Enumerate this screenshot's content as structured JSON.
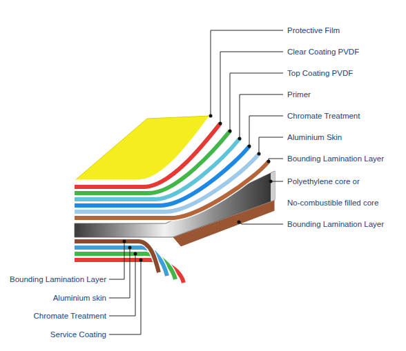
{
  "diagram": {
    "labels": [
      "Protective Film",
      "Clear Coating PVDF",
      "Top Coating PVDF",
      "Primer",
      "Chromate Treatment",
      "Aluminium Skin",
      "Bounding Lamination Layer",
      "Polyethylene core or",
      "No-combustible filled core",
      "Bounding Lamination Layer",
      "Bounding Lamination Layer",
      "Aluminium skin",
      "Chromate Treatment",
      "Service Coating"
    ]
  }
}
